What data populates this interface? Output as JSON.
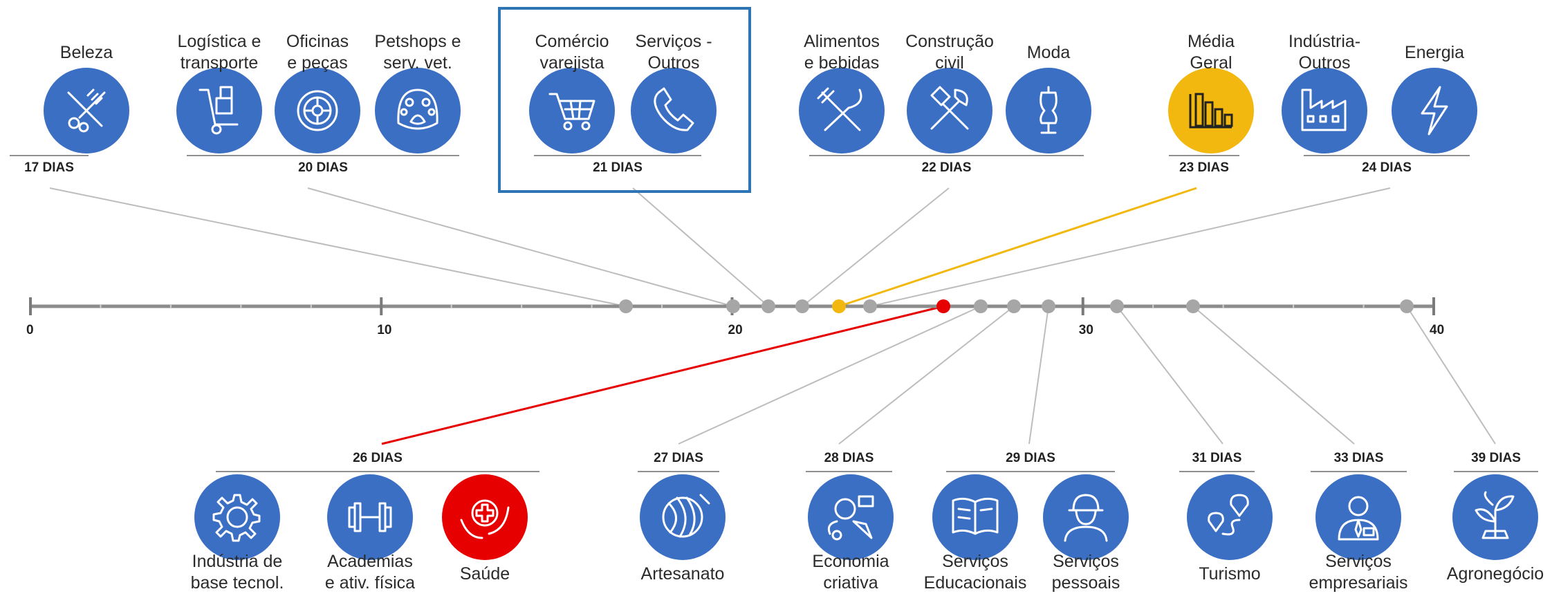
{
  "axis": {
    "min": 0,
    "max": 40,
    "ticks": [
      "0",
      "10",
      "20",
      "30",
      "40"
    ]
  },
  "colors": {
    "blue": "#3a6fc4",
    "gold": "#f2b80f",
    "red": "#e60000",
    "grey": "#a6a6a6",
    "box": "#2e75b6"
  },
  "top_groups": [
    {
      "days_label": "17 DIAS",
      "value": 17,
      "items": [
        {
          "label": [
            "Beleza"
          ],
          "icon": "scissors-comb-icon"
        }
      ]
    },
    {
      "days_label": "20 DIAS",
      "value": 20,
      "items": [
        {
          "label": [
            "Logística e",
            "transporte"
          ],
          "icon": "hand-truck-icon"
        },
        {
          "label": [
            "Oficinas",
            "e peças"
          ],
          "icon": "tire-icon"
        },
        {
          "label": [
            "Petshops e",
            "serv. vet."
          ],
          "icon": "paw-icon"
        }
      ]
    },
    {
      "days_label": "21 DIAS",
      "value": 21,
      "highlight_box": true,
      "items": [
        {
          "label": [
            "Comércio",
            "varejista"
          ],
          "icon": "shopping-cart-icon"
        },
        {
          "label": [
            "Serviços -",
            "Outros"
          ],
          "icon": "phone-icon"
        }
      ]
    },
    {
      "days_label": "22 DIAS",
      "value": 22,
      "items": [
        {
          "label": [
            "Alimentos",
            "e bebidas"
          ],
          "icon": "fork-knife-icon"
        },
        {
          "label": [
            "Construção",
            "civil"
          ],
          "icon": "wrench-hammer-icon"
        },
        {
          "label": [
            "Moda"
          ],
          "icon": "mannequin-icon"
        }
      ]
    },
    {
      "days_label": "23 DIAS",
      "value": 23,
      "accent": "gold",
      "items": [
        {
          "label": [
            "Média",
            "Geral"
          ],
          "icon": "bar-chart-icon"
        }
      ]
    },
    {
      "days_label": "24 DIAS",
      "value": 24,
      "items": [
        {
          "label": [
            "Indústria-",
            "Outros"
          ],
          "icon": "factory-icon"
        },
        {
          "label": [
            "Energia"
          ],
          "icon": "lightning-icon"
        }
      ]
    }
  ],
  "bottom_groups": [
    {
      "days_label": "26 DIAS",
      "value": 26,
      "accent": "red",
      "items": [
        {
          "label": [
            "Indústria de",
            "base tecnol."
          ],
          "icon": "gear-icon"
        },
        {
          "label": [
            "Academias",
            "e ativ. física"
          ],
          "icon": "dumbbell-icon"
        },
        {
          "label": [
            "Saúde"
          ],
          "icon": "health-cross-icon",
          "accent": "red"
        }
      ]
    },
    {
      "days_label": "27 DIAS",
      "value": 27,
      "items": [
        {
          "label": [
            "Artesanato"
          ],
          "icon": "yarn-icon"
        }
      ]
    },
    {
      "days_label": "28 DIAS",
      "value": 28,
      "items": [
        {
          "label": [
            "Economia",
            "criativa"
          ],
          "icon": "creative-icon"
        }
      ]
    },
    {
      "days_label": "29 DIAS",
      "value": 29,
      "items": [
        {
          "label": [
            "Serviços",
            "Educacionais"
          ],
          "icon": "book-icon"
        },
        {
          "label": [
            "Serviços",
            "pessoais"
          ],
          "icon": "worker-icon"
        }
      ]
    },
    {
      "days_label": "31 DIAS",
      "value": 31,
      "items": [
        {
          "label": [
            "Turismo"
          ],
          "icon": "map-route-icon"
        }
      ]
    },
    {
      "days_label": "33 DIAS",
      "value": 33,
      "items": [
        {
          "label": [
            "Serviços",
            "empresariais"
          ],
          "icon": "business-person-icon"
        }
      ]
    },
    {
      "days_label": "39 DIAS",
      "value": 39,
      "items": [
        {
          "label": [
            "Agronegócio"
          ],
          "icon": "plant-icon"
        }
      ]
    }
  ]
}
